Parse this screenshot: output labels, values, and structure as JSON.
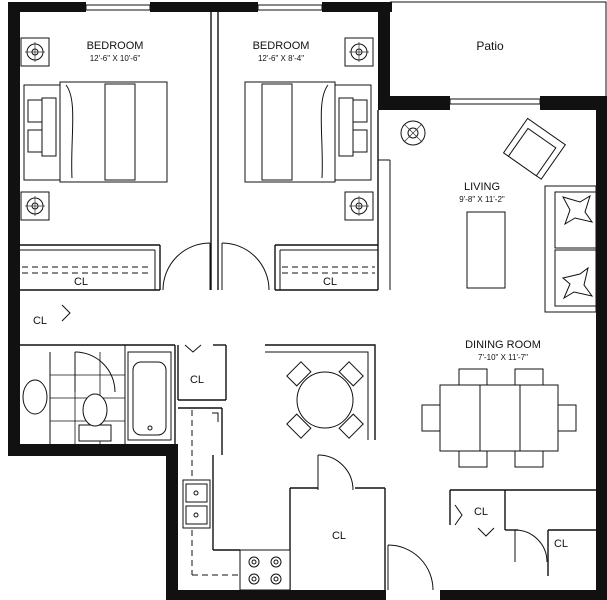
{
  "rooms": {
    "bedroom_left": {
      "name": "BEDROOM",
      "size": "12'-6\" X 10'-6\""
    },
    "bedroom_right": {
      "name": "BEDROOM",
      "size": "12'-6\" X 8'-4\""
    },
    "living": {
      "name": "LIVING",
      "size": "9'-8\" X 11'-2\""
    },
    "dining": {
      "name": "DINING ROOM",
      "size": "7'-10\" X 11'-7\""
    },
    "patio": {
      "name": "Patio"
    }
  },
  "closets": {
    "bedroom_left": "CL",
    "bedroom_right": "CL",
    "hall": "CL",
    "bath": "CL",
    "kitchen": "CL",
    "entry_small": "CL",
    "entry_large": "CL"
  }
}
